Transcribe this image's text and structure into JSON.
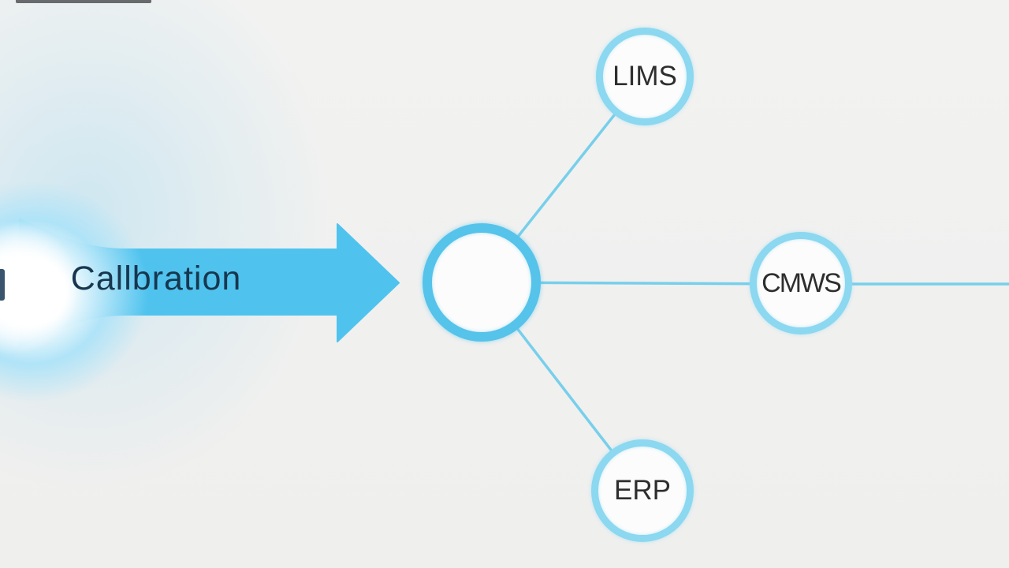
{
  "diagram": {
    "arrow": {
      "label": "Callbration",
      "direction": "right",
      "points_to": "hub"
    },
    "hub": {
      "label": ""
    },
    "nodes": [
      {
        "id": "lims",
        "label": "LIMS",
        "position": "top"
      },
      {
        "id": "cmws",
        "label": "CMWS",
        "position": "right"
      },
      {
        "id": "erp",
        "label": "ERP",
        "position": "bottom"
      }
    ],
    "connections": [
      {
        "from": "hub",
        "to": "lims"
      },
      {
        "from": "hub",
        "to": "cmws"
      },
      {
        "from": "hub",
        "to": "erp"
      },
      {
        "from": "cmws",
        "to": "off-canvas-right"
      }
    ],
    "colors": {
      "background": "#f0f0ef",
      "arrow_fill": "#4fc3ee",
      "arrow_text": "#17374f",
      "hub_ring": "#55c3ea",
      "node_ring": "#8bd8f0",
      "node_fill": "#fcfcfc",
      "node_text": "#2e2e2e",
      "connector": "#77cfeb",
      "glow": "#ade3f8"
    }
  }
}
